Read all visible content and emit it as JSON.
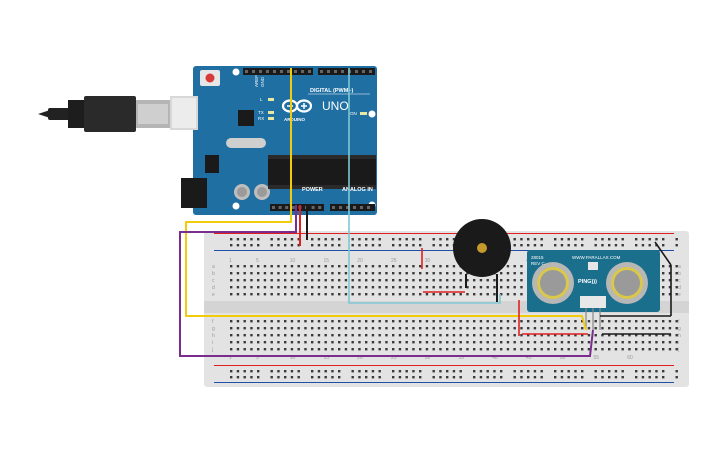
{
  "arduino": {
    "digital_label": "DIGITAL (PWM~)",
    "uno_label": "UNO",
    "brand_label": "ARDUINO",
    "power_label": "POWER",
    "analog_label": "ANALOG IN",
    "on_label": "ON",
    "tx_label": "TX",
    "rx_label": "RX",
    "l_label": "L"
  },
  "sensor": {
    "model_label": "PING)))",
    "site_label": "WWW.PARALLAX.COM",
    "part_label": "28015",
    "rev_label": "REV C"
  },
  "breadboard": {
    "row_letters_top": [
      "a",
      "b",
      "c",
      "d",
      "e"
    ],
    "row_letters_bottom": [
      "f",
      "g",
      "h",
      "i",
      "j"
    ],
    "column_numbers": [
      "1",
      "5",
      "10",
      "15",
      "20",
      "25",
      "30",
      "35",
      "40",
      "45",
      "50",
      "55",
      "60"
    ]
  },
  "wires": {
    "colors": {
      "yellow": "#f2cc0c",
      "purple": "#7b2d8e",
      "cyan": "#7ec8d3",
      "red": "#e02020",
      "black": "#1a1a1a"
    }
  }
}
